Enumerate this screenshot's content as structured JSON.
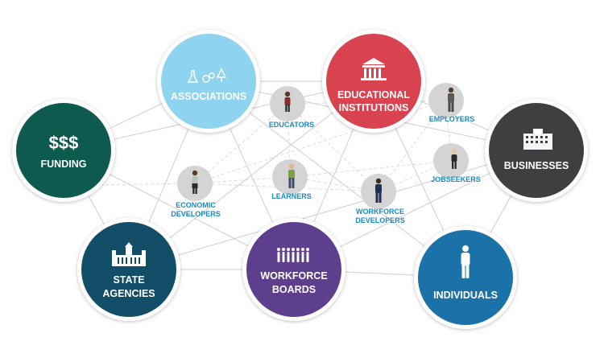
{
  "nodes": {
    "associations": {
      "label": "ASSOCIATIONS",
      "color": "#8ed3f0",
      "icon": "lab-gear-tree-icon"
    },
    "educational": {
      "label_line1": "EDUCATIONAL",
      "label_line2": "INSTITUTIONS",
      "color": "#d9434f",
      "icon": "building-icon"
    },
    "funding": {
      "symbol": "$$$",
      "label": "FUNDING",
      "color": "#0f5a4e"
    },
    "businesses": {
      "label": "BUSINESSES",
      "color": "#3f3f41",
      "icon": "office-building-icon"
    },
    "state_agencies": {
      "label_line1": "STATE",
      "label_line2": "AGENCIES",
      "color": "#134e68",
      "icon": "capitol-building-icon"
    },
    "workforce_boards": {
      "label_line1": "WORKFORCE",
      "label_line2": "BOARDS",
      "color": "#5e3f8e",
      "icon": "people-row-icon"
    },
    "individuals": {
      "label": "INDIVIDUALS",
      "color": "#1b72a8",
      "icon": "person-icon"
    }
  },
  "people": {
    "educators": {
      "label": "EDUCATORS"
    },
    "employers": {
      "label": "EMPLOYERS"
    },
    "jobseekers": {
      "label": "JOBSEEKERS"
    },
    "economic_developers": {
      "label_line1": "ECONOMIC",
      "label_line2": "DEVELOPERS"
    },
    "learners": {
      "label": "LEARNERS"
    },
    "workforce_developers": {
      "label_line1": "WORKFORCE",
      "label_line2": "DEVELOPERS"
    }
  },
  "colors": {
    "accent_text": "#1a8bc2",
    "person_circle": "#d4d4d4",
    "line": "#c9c9c9"
  }
}
